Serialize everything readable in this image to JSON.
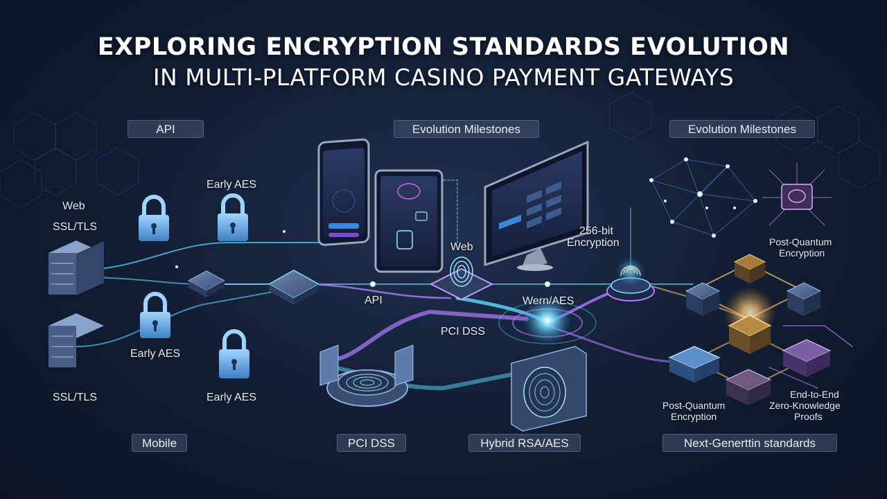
{
  "title": {
    "line1": "EXPLORING ENCRYPTION STANDARDS EVOLUTION",
    "line2": "IN MULTI-PLATFORM CASINO PAYMENT GATEWAYS"
  },
  "headers": {
    "api": "API",
    "milestones_center": "Evolution Milestones",
    "milestones_right": "Evolution Milestones"
  },
  "footers": {
    "mobile": "Mobile",
    "pci": "PCI DSS",
    "hybrid": "Hybrid RSA/AES",
    "next_gen": "Next-Generttin standards"
  },
  "labels": {
    "web_left": "Web",
    "ssl_top": "SSL/TLS",
    "early_aes_top": "Early AES",
    "early_aes_mid": "Early AES",
    "ssl_bottom": "SSL/TLS",
    "early_aes_bottom": "Early AES",
    "api_center": "API",
    "pci_center": "PCI DSS",
    "web_center": "Web",
    "wern_aes": "Wern/AES",
    "bit256_line1": "256-bit",
    "bit256_line2": "Encryption",
    "pq_top_line1": "Post-Quantum",
    "pq_top_line2": "Encryption",
    "pq_bottom_line1": "Post-Quantum",
    "pq_bottom_line2": "Encryption",
    "e2e_line1": "End-to-End",
    "e2e_line2": "Zero-Knowledge",
    "e2e_line3": "Proofs"
  },
  "colors": {
    "accent_cyan": "#5fd8ff",
    "accent_violet": "#b27cff",
    "accent_gold": "#ffc36a"
  }
}
